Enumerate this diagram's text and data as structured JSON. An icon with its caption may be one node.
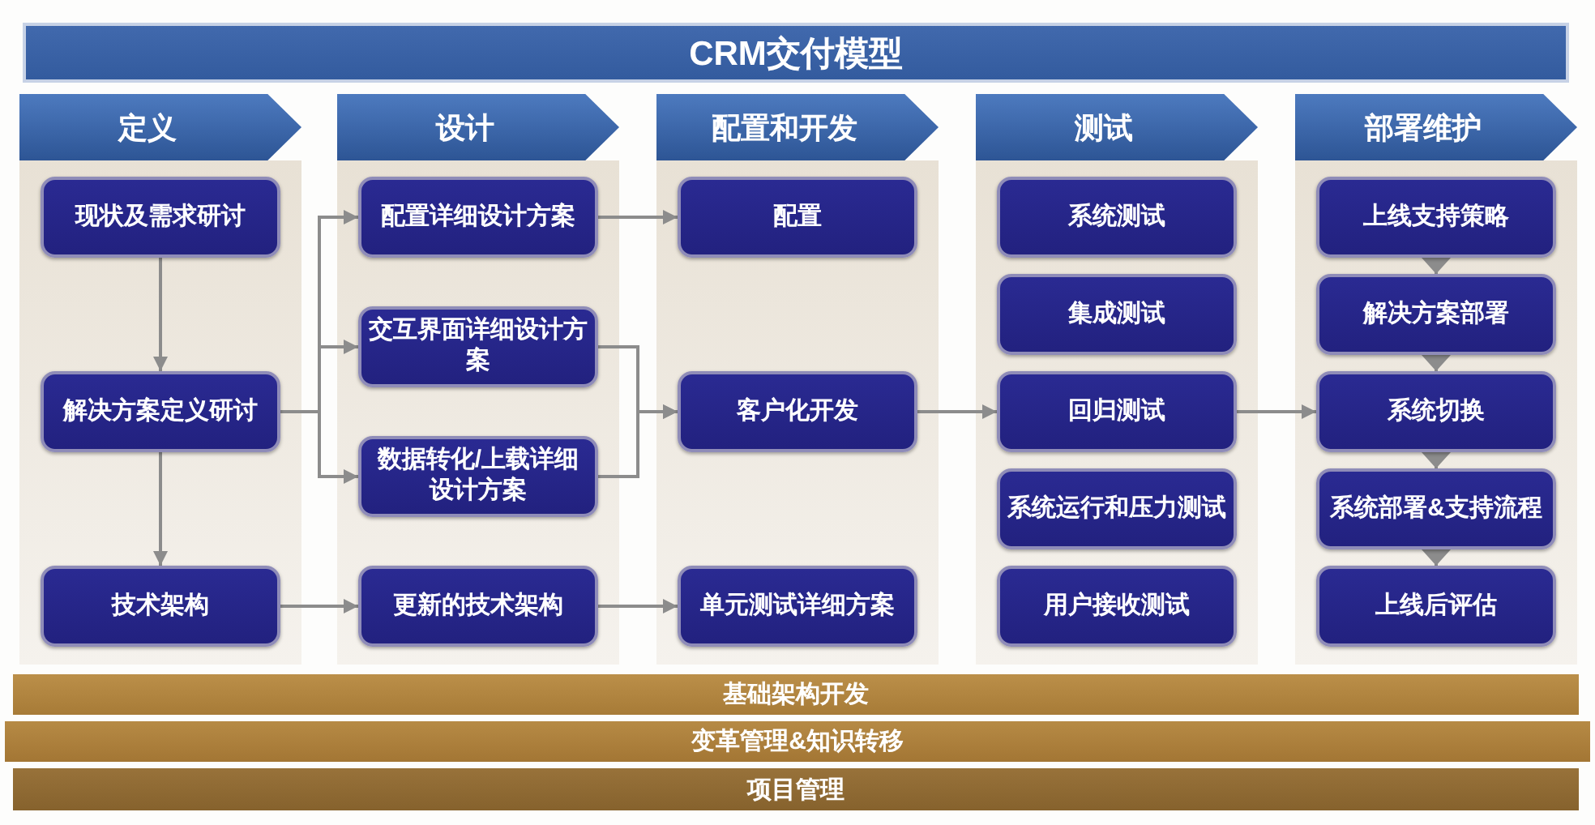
{
  "diagram": {
    "title": "CRM交付模型",
    "nodes": [
      {
        "text": [
          "定义"
        ]
      },
      {
        "text": [
          "现状及需求研讨"
        ],
        "in": 0
      },
      {
        "text": [
          "解决方案定义研讨"
        ],
        "in": 0
      },
      {
        "text": [
          "技术架构"
        ],
        "in": 0
      },
      {
        "text": [
          "设计"
        ]
      },
      {
        "text": [
          "配置详细设计方案"
        ],
        "in": 4
      },
      {
        "text": [
          "交互界面详细设计方案"
        ],
        "in": 4
      },
      {
        "text": [
          "数据转化/上载详细设计方案"
        ],
        "in": 4
      },
      {
        "text": [
          "更新的技术架构"
        ],
        "in": 4
      },
      {
        "text": [
          "配置和开发"
        ]
      },
      {
        "text": [
          "配置"
        ],
        "in": 9
      },
      {
        "text": [
          "客户化开发"
        ],
        "in": 9
      },
      {
        "text": [
          "单元测试详细方案"
        ],
        "in": 9
      },
      {
        "text": [
          "测试"
        ]
      },
      {
        "text": [
          "系统测试"
        ],
        "in": 13
      },
      {
        "text": [
          "集成测试"
        ],
        "in": 13
      },
      {
        "text": [
          "回归测试"
        ],
        "in": 13
      },
      {
        "text": [
          "系统运行和压力测试"
        ],
        "in": 13
      },
      {
        "text": [
          "用户接收测试"
        ],
        "in": 13
      },
      {
        "text": [
          "部署维护"
        ]
      },
      {
        "text": [
          "上线支持策略"
        ],
        "in": 19
      },
      {
        "text": [
          "解决方案部署"
        ],
        "in": 19
      },
      {
        "text": [
          "系统切换"
        ],
        "in": 19
      },
      {
        "text": [
          "系统部署&支持流程"
        ],
        "in": 19
      },
      {
        "text": [
          "上线后评估"
        ],
        "in": 19
      },
      {
        "text": [
          "基础架构开发"
        ]
      },
      {
        "text": [
          "变革管理&知识转移"
        ]
      },
      {
        "text": [
          "项目管理"
        ]
      }
    ],
    "edges": [
      {
        "from": 1,
        "to": 2,
        "arrow": "to"
      },
      {
        "from": 2,
        "to": 3,
        "arrow": "to"
      },
      {
        "from": 2,
        "to": 5,
        "arrow": "to"
      },
      {
        "from": 2,
        "to": 6,
        "arrow": "to"
      },
      {
        "from": 2,
        "to": 7,
        "arrow": "to"
      },
      {
        "from": 3,
        "to": 8,
        "arrow": "to"
      },
      {
        "from": 5,
        "to": 10,
        "arrow": "to"
      },
      {
        "from": 6,
        "to": 11,
        "arrow": "to"
      },
      {
        "from": 7,
        "to": 11,
        "arrow": "to"
      },
      {
        "from": 8,
        "to": 12,
        "arrow": "to"
      },
      {
        "from": 11,
        "to": 16,
        "arrow": "to"
      },
      {
        "from": 16,
        "to": 22,
        "arrow": "to"
      },
      {
        "from": 20,
        "to": 21,
        "arrow": "to"
      },
      {
        "from": 21,
        "to": 22,
        "arrow": "to"
      },
      {
        "from": 22,
        "to": 23,
        "arrow": "to"
      },
      {
        "from": 23,
        "to": 24,
        "arrow": "to"
      }
    ]
  }
}
